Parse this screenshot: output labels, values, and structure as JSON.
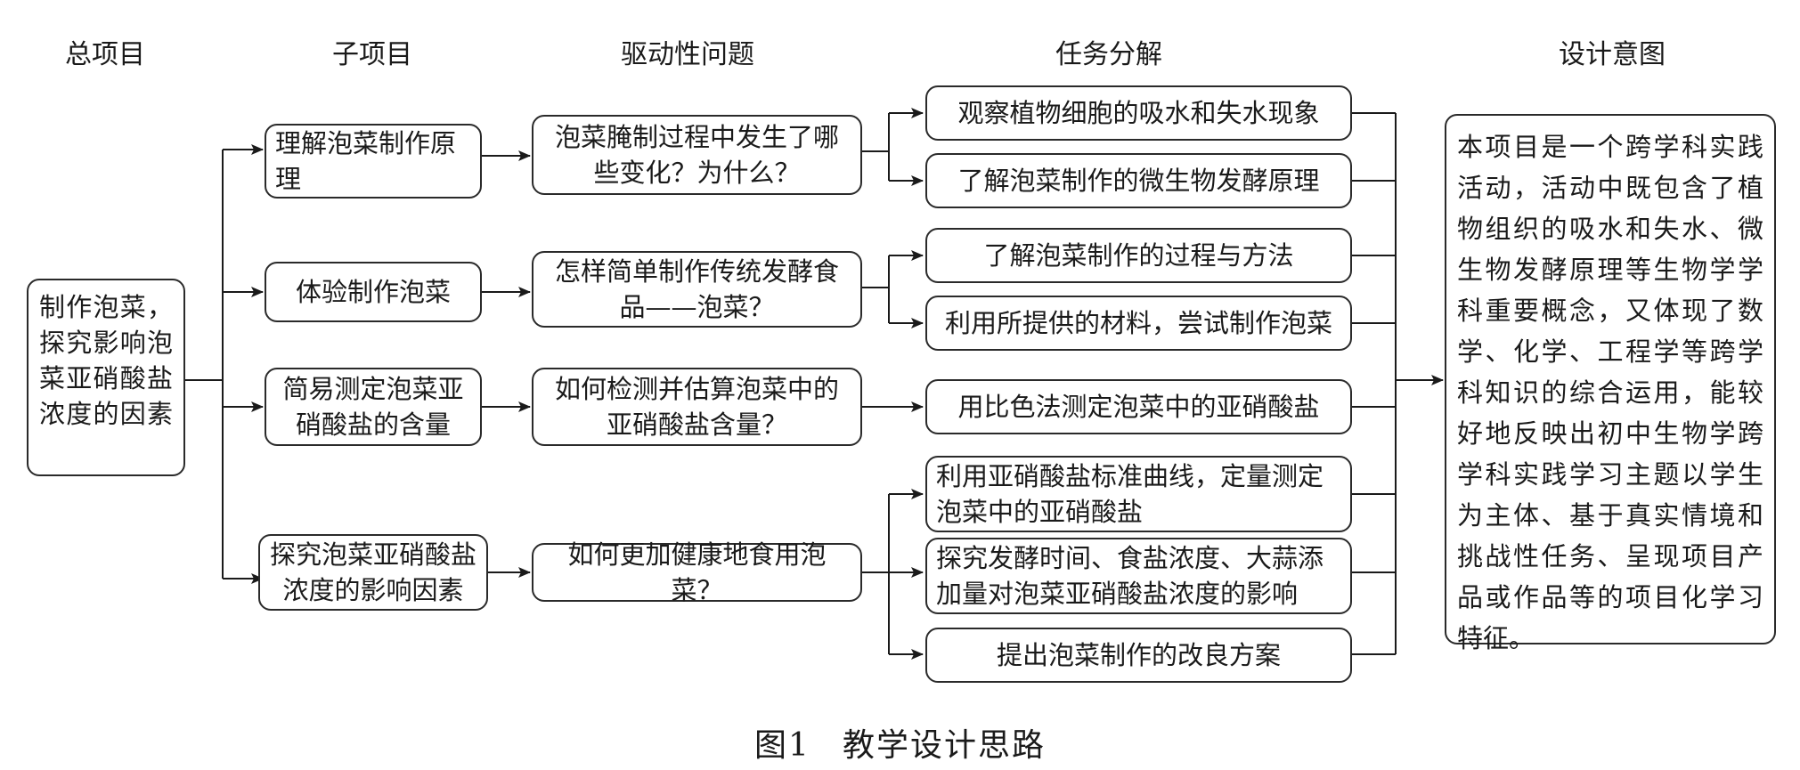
{
  "headers": {
    "overall": "总项目",
    "sub": "子项目",
    "driving": "驱动性问题",
    "tasks": "任务分解",
    "intent": "设计意图"
  },
  "overall_project": "制作泡菜，探究影响泡菜亚硝酸盐浓度的因素",
  "subprojects": [
    "理解泡菜制作原理",
    "体验制作泡菜",
    "简易测定泡菜亚硝酸盐的含量",
    "探究泡菜亚硝酸盐浓度的影响因素"
  ],
  "driving_questions": [
    "泡菜腌制过程中发生了哪些变化？为什么？",
    "怎样简单制作传统发酵食品——泡菜？",
    "如何检测并估算泡菜中的亚硝酸盐含量？",
    "如何更加健康地食用泡菜？"
  ],
  "tasks": [
    "观察植物细胞的吸水和失水现象",
    "了解泡菜制作的微生物发酵原理",
    "了解泡菜制作的过程与方法",
    "利用所提供的材料，尝试制作泡菜",
    "用比色法测定泡菜中的亚硝酸盐",
    "利用亚硝酸盐标准曲线，定量测定泡菜中的亚硝酸盐",
    "探究发酵时间、食盐浓度、大蒜添加量对泡菜亚硝酸盐浓度的影响",
    "提出泡菜制作的改良方案"
  ],
  "design_intent": "本项目是一个跨学科实践活动，活动中既包含了植物组织的吸水和失水、微生物发酵原理等生物学学科重要概念，又体现了数学、化学、工程学等跨学科知识的综合运用，能较好地反映出初中生物学跨学科实践学习主题以学生为主体、基于真实情境和挑战性任务、呈现项目产品或作品等的项目化学习特征。",
  "caption": {
    "number": "图1",
    "title": "教学设计思路"
  }
}
